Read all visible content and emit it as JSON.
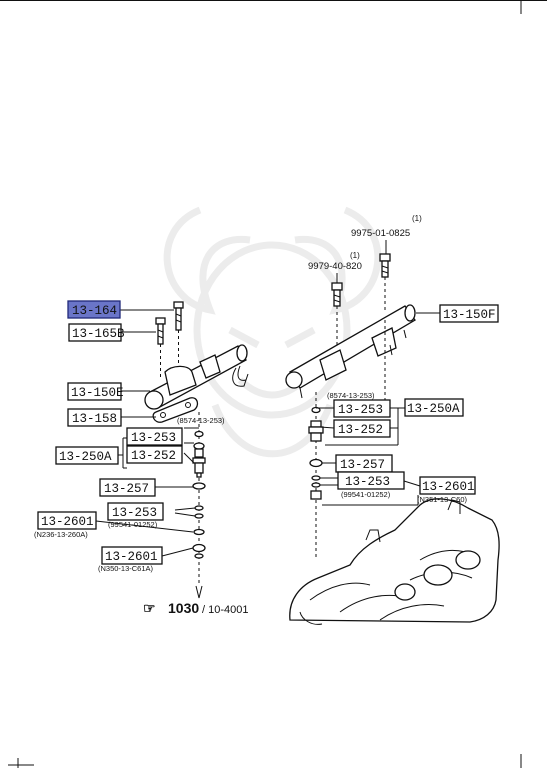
{
  "left_assembly": {
    "part_13_164": "13-164",
    "part_13_165b": "13-165B",
    "part_13_150e": "13-150E",
    "part_13_158": "13-158",
    "note_8574": "(8574-13-253)",
    "part_13_253_a": "13-253",
    "part_13_250a": "13-250A",
    "part_13_252": "13-252",
    "part_13_257": "13-257",
    "part_13_2601": "13-2601",
    "note_n236": "(N236-13-260A)",
    "part_13_253_b": "13-253",
    "note_99541": "(99541-01252)",
    "part_13_2601_b": "13-2601",
    "note_n350": "(N350-13-C61A)"
  },
  "right_assembly": {
    "bolt_9975_qty": "(1)",
    "bolt_9975": "9975-01-0825",
    "bolt_9979_qty": "(1)",
    "bolt_9979": "9979-40-820",
    "part_13_150f": "13-150F",
    "note_8574": "(8574-13-253)",
    "part_13_253_a": "13-253",
    "part_13_250a": "13-250A",
    "part_13_252": "13-252",
    "part_13_257": "13-257",
    "part_13_253_b": "13-253",
    "note_99541": "(99541-01252)",
    "part_13_2601": "13-2601",
    "note_n351": "(N351-13-C60)"
  },
  "reference": {
    "symbol": "☞",
    "main": "1030",
    "sub": "/ 10-4001"
  },
  "colors": {
    "highlight": "#6a75c8",
    "line": "#111111"
  }
}
